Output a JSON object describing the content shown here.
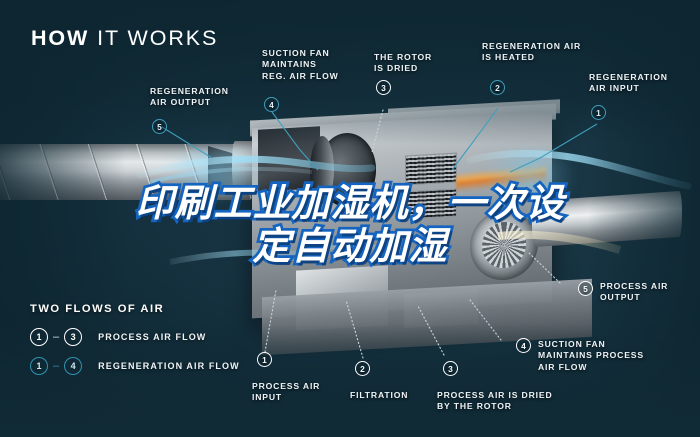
{
  "header": {
    "title_bold": "HOW",
    "title_light": "IT WORKS"
  },
  "overlay": {
    "headline_line1": "印刷工业加湿机，一次设",
    "headline_line2": "定自动加湿",
    "text_color": "#ffffff",
    "stroke_color": "#1565c0"
  },
  "theme": {
    "background_dark": "#102a36",
    "background_light": "#1e3445",
    "accent_cyan": "#2f92b0",
    "callout_text": "#eef4f7"
  },
  "callouts": [
    {
      "marker": "5",
      "style": "cyan",
      "label": "REGENERATION\nAIR OUTPUT"
    },
    {
      "marker": "4",
      "style": "cyan",
      "label": "SUCTION FAN\nMAINTAINS\nREG. AIR FLOW"
    },
    {
      "marker": "3",
      "style": "white",
      "label": "THE ROTOR\nIS DRIED"
    },
    {
      "marker": "2",
      "style": "cyan",
      "label": "REGENERATION AIR\nIS HEATED"
    },
    {
      "marker": "1",
      "style": "cyan",
      "label": "REGENERATION\nAIR INPUT"
    },
    {
      "marker": "5",
      "style": "white",
      "label": "PROCESS AIR\nOUTPUT"
    },
    {
      "marker": "4",
      "style": "white",
      "label": "SUCTION FAN\nMAINTAINS PROCESS\nAIR FLOW"
    },
    {
      "marker": "3",
      "style": "white",
      "label": "PROCESS AIR IS DRIED\nBY THE ROTOR"
    },
    {
      "marker": "2",
      "style": "white",
      "label": "FILTRATION"
    },
    {
      "marker": "1",
      "style": "white",
      "label": "PROCESS AIR\nINPUT"
    }
  ],
  "legend": {
    "title": "TWO FLOWS OF AIR",
    "rows": [
      {
        "from": "1",
        "to": "3",
        "dash": "–",
        "label": "PROCESS AIR FLOW",
        "style": "white"
      },
      {
        "from": "1",
        "to": "4",
        "dash": "–",
        "label": "REGENERATION AIR FLOW",
        "style": "cyan"
      }
    ]
  }
}
